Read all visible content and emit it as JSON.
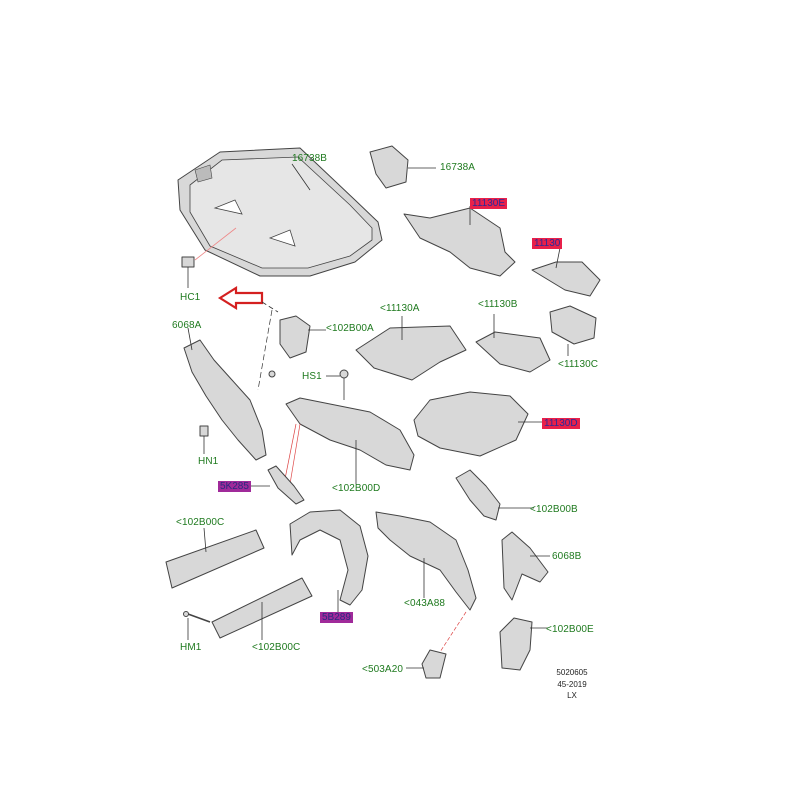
{
  "labels": {
    "l16738B": "16738B",
    "l16738A": "16738A",
    "l11130E": "11130E",
    "l11130_1": "11130",
    "lHC1": "HC1",
    "l6068A": "6068A",
    "l102B00A": "<102B00A",
    "l11130A": "<11130A",
    "l11130B": "<11130B",
    "l11130C": "<11130C",
    "lHS1": "HS1",
    "l11130D": "11130D",
    "lHN1": "HN1",
    "l102B00D": "<102B00D",
    "l5K285": "5K285",
    "l102B00B": "<102B00B",
    "l102B00C_1": "<102B00C",
    "l6068B": "6068B",
    "l043A88": "<043A88",
    "l5B289": "5B289",
    "l102B00E": "<102B00E",
    "lHM1": "HM1",
    "l102B00C_2": "<102B00C",
    "l503A20": "<503A20"
  },
  "footer": {
    "line1": "5020605",
    "line2": "45-2019",
    "line3": "LX"
  },
  "colors": {
    "label_green": "#1f7a1f",
    "highlight_red": "#e8204a",
    "highlight_purple": "#a02a9a",
    "arrow_red": "#d42020"
  },
  "icons": [
    "arrow-left-outline-icon"
  ]
}
